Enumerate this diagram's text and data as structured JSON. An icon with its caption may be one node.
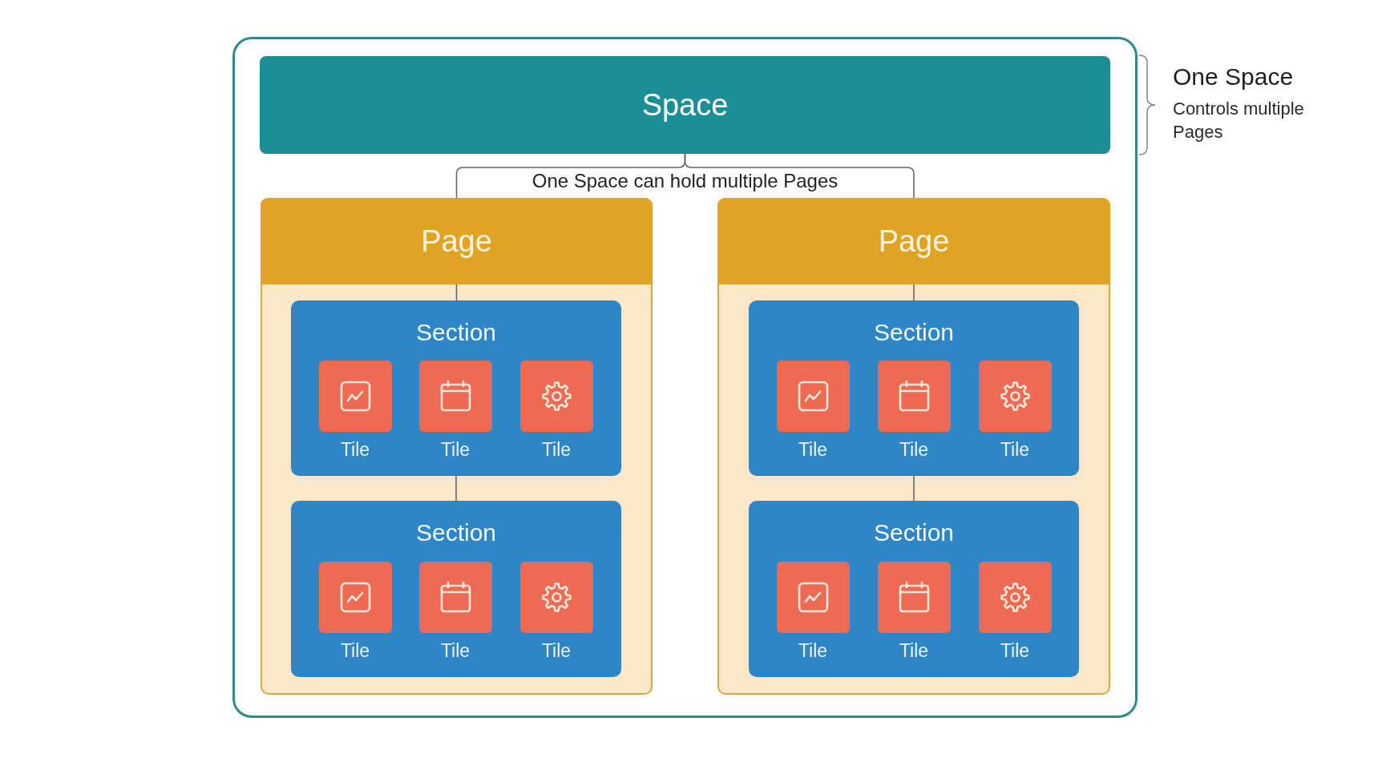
{
  "diagram": {
    "nodes": [
      {
        "text": [],
        "shape": "box"
      },
      {
        "text": [
          "Space"
        ],
        "in": 0,
        "beside": [
          "One Space",
          "Controls multiple Pages"
        ]
      },
      {
        "text": [],
        "shape": "box",
        "in": 0
      },
      {
        "text": [
          "Page"
        ],
        "in": 2
      },
      {
        "text": [
          "Section"
        ],
        "in": 2
      },
      {
        "text": [
          "Tile"
        ],
        "in": 4
      },
      {
        "text": [
          "Tile"
        ],
        "in": 4
      },
      {
        "text": [
          "Tile"
        ],
        "in": 4
      },
      {
        "text": [
          "Section"
        ],
        "in": 2
      },
      {
        "text": [
          "Tile"
        ],
        "in": 8
      },
      {
        "text": [
          "Tile"
        ],
        "in": 8
      },
      {
        "text": [
          "Tile"
        ],
        "in": 8
      },
      {
        "text": [],
        "shape": "box",
        "in": 0
      },
      {
        "text": [
          "Page"
        ],
        "in": 12
      },
      {
        "text": [
          "Section"
        ],
        "in": 12
      },
      {
        "text": [
          "Tile"
        ],
        "in": 14
      },
      {
        "text": [
          "Tile"
        ],
        "in": 14
      },
      {
        "text": [
          "Tile"
        ],
        "in": 14
      },
      {
        "text": [
          "Section"
        ],
        "in": 12
      },
      {
        "text": [
          "Tile"
        ],
        "in": 18
      },
      {
        "text": [
          "Tile"
        ],
        "in": 18
      },
      {
        "text": [
          "Tile"
        ],
        "in": 18
      }
    ],
    "edges": [
      {
        "from": 1,
        "to": 3,
        "arrow": "none",
        "label": "One Space can hold multiple Pages"
      },
      {
        "from": 1,
        "to": 13,
        "arrow": "none"
      },
      {
        "from": 3,
        "to": 4,
        "arrow": "none"
      },
      {
        "from": 4,
        "to": 8,
        "arrow": "none"
      },
      {
        "from": 13,
        "to": 14,
        "arrow": "none"
      },
      {
        "from": 14,
        "to": 18,
        "arrow": "none"
      }
    ]
  }
}
